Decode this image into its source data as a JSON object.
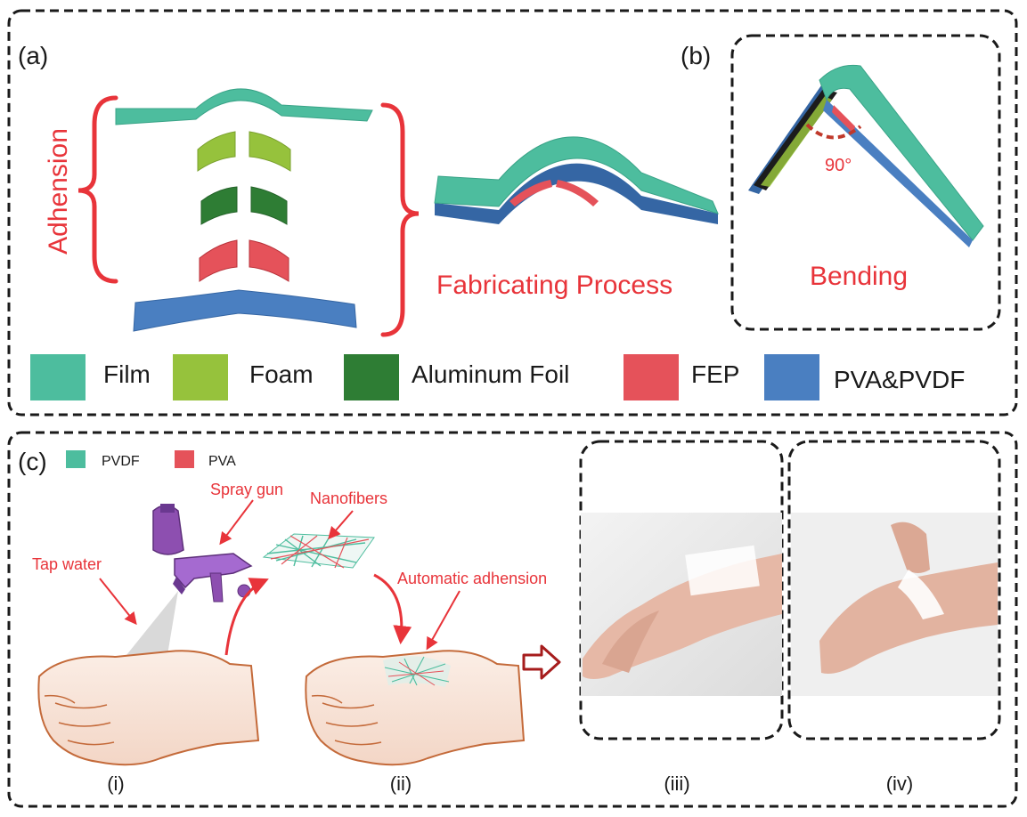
{
  "panel_a": {
    "label": "(a)",
    "side_text": "Adhension",
    "process_text": "Fabricating Process"
  },
  "panel_b": {
    "label": "(b)",
    "angle_text": "90°",
    "caption": "Bending"
  },
  "legend": {
    "items": [
      {
        "label": "Film",
        "color": "#4dbd9e"
      },
      {
        "label": "Foam",
        "color": "#96c23c"
      },
      {
        "label": "Aluminum Foil",
        "color": "#2e7d34"
      },
      {
        "label": "FEP",
        "color": "#e5525a"
      },
      {
        "label": "PVA&PVDF",
        "color": "#4a7fc1"
      }
    ]
  },
  "panel_c": {
    "label": "(c)",
    "legend": [
      {
        "label": "PVDF",
        "color": "#4dbd9e"
      },
      {
        "label": "PVA",
        "color": "#e5525a"
      }
    ],
    "annotations": {
      "spray_gun": "Spray gun",
      "nanofibers": "Nanofibers",
      "tap_water": "Tap water",
      "automatic_adhension": "Automatic adhension"
    },
    "steps": [
      "(i)",
      "(ii)",
      "(iii)",
      "(iv)"
    ]
  }
}
